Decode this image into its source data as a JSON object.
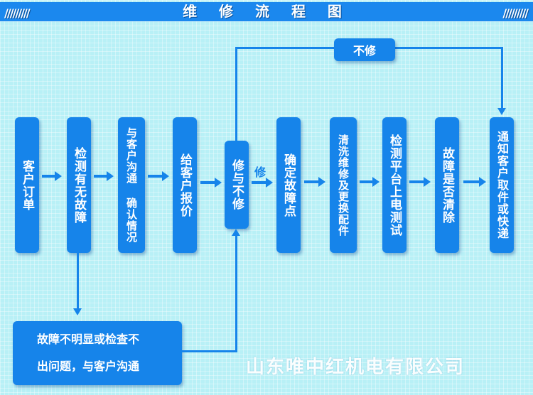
{
  "title": "维 修 流 程 图",
  "steps": [
    {
      "id": "s1",
      "label": "客户订单"
    },
    {
      "id": "s2",
      "label": "检测有无故障"
    },
    {
      "id": "s3",
      "label": "与客户沟通 确认情况"
    },
    {
      "id": "s4",
      "label": "给客户报价"
    },
    {
      "id": "s5",
      "label": "修与不修"
    },
    {
      "id": "s6",
      "label": "确定故障点"
    },
    {
      "id": "s7",
      "label": "清洗维修及更换配件"
    },
    {
      "id": "s8",
      "label": "检测平台上电测试"
    },
    {
      "id": "s9",
      "label": "故障是否清除"
    },
    {
      "id": "s10",
      "label": "通知客户取件或快递"
    }
  ],
  "fault_box": {
    "line1": "故障不明显或检查不",
    "line2": "出问题，与客户沟通"
  },
  "no_repair_label": "不修",
  "repair_label": "修",
  "company": "山东唯中红机电有限公司",
  "colors": {
    "box": "#1684ea",
    "background": "#b8f0f6",
    "text": "#ffffff"
  }
}
